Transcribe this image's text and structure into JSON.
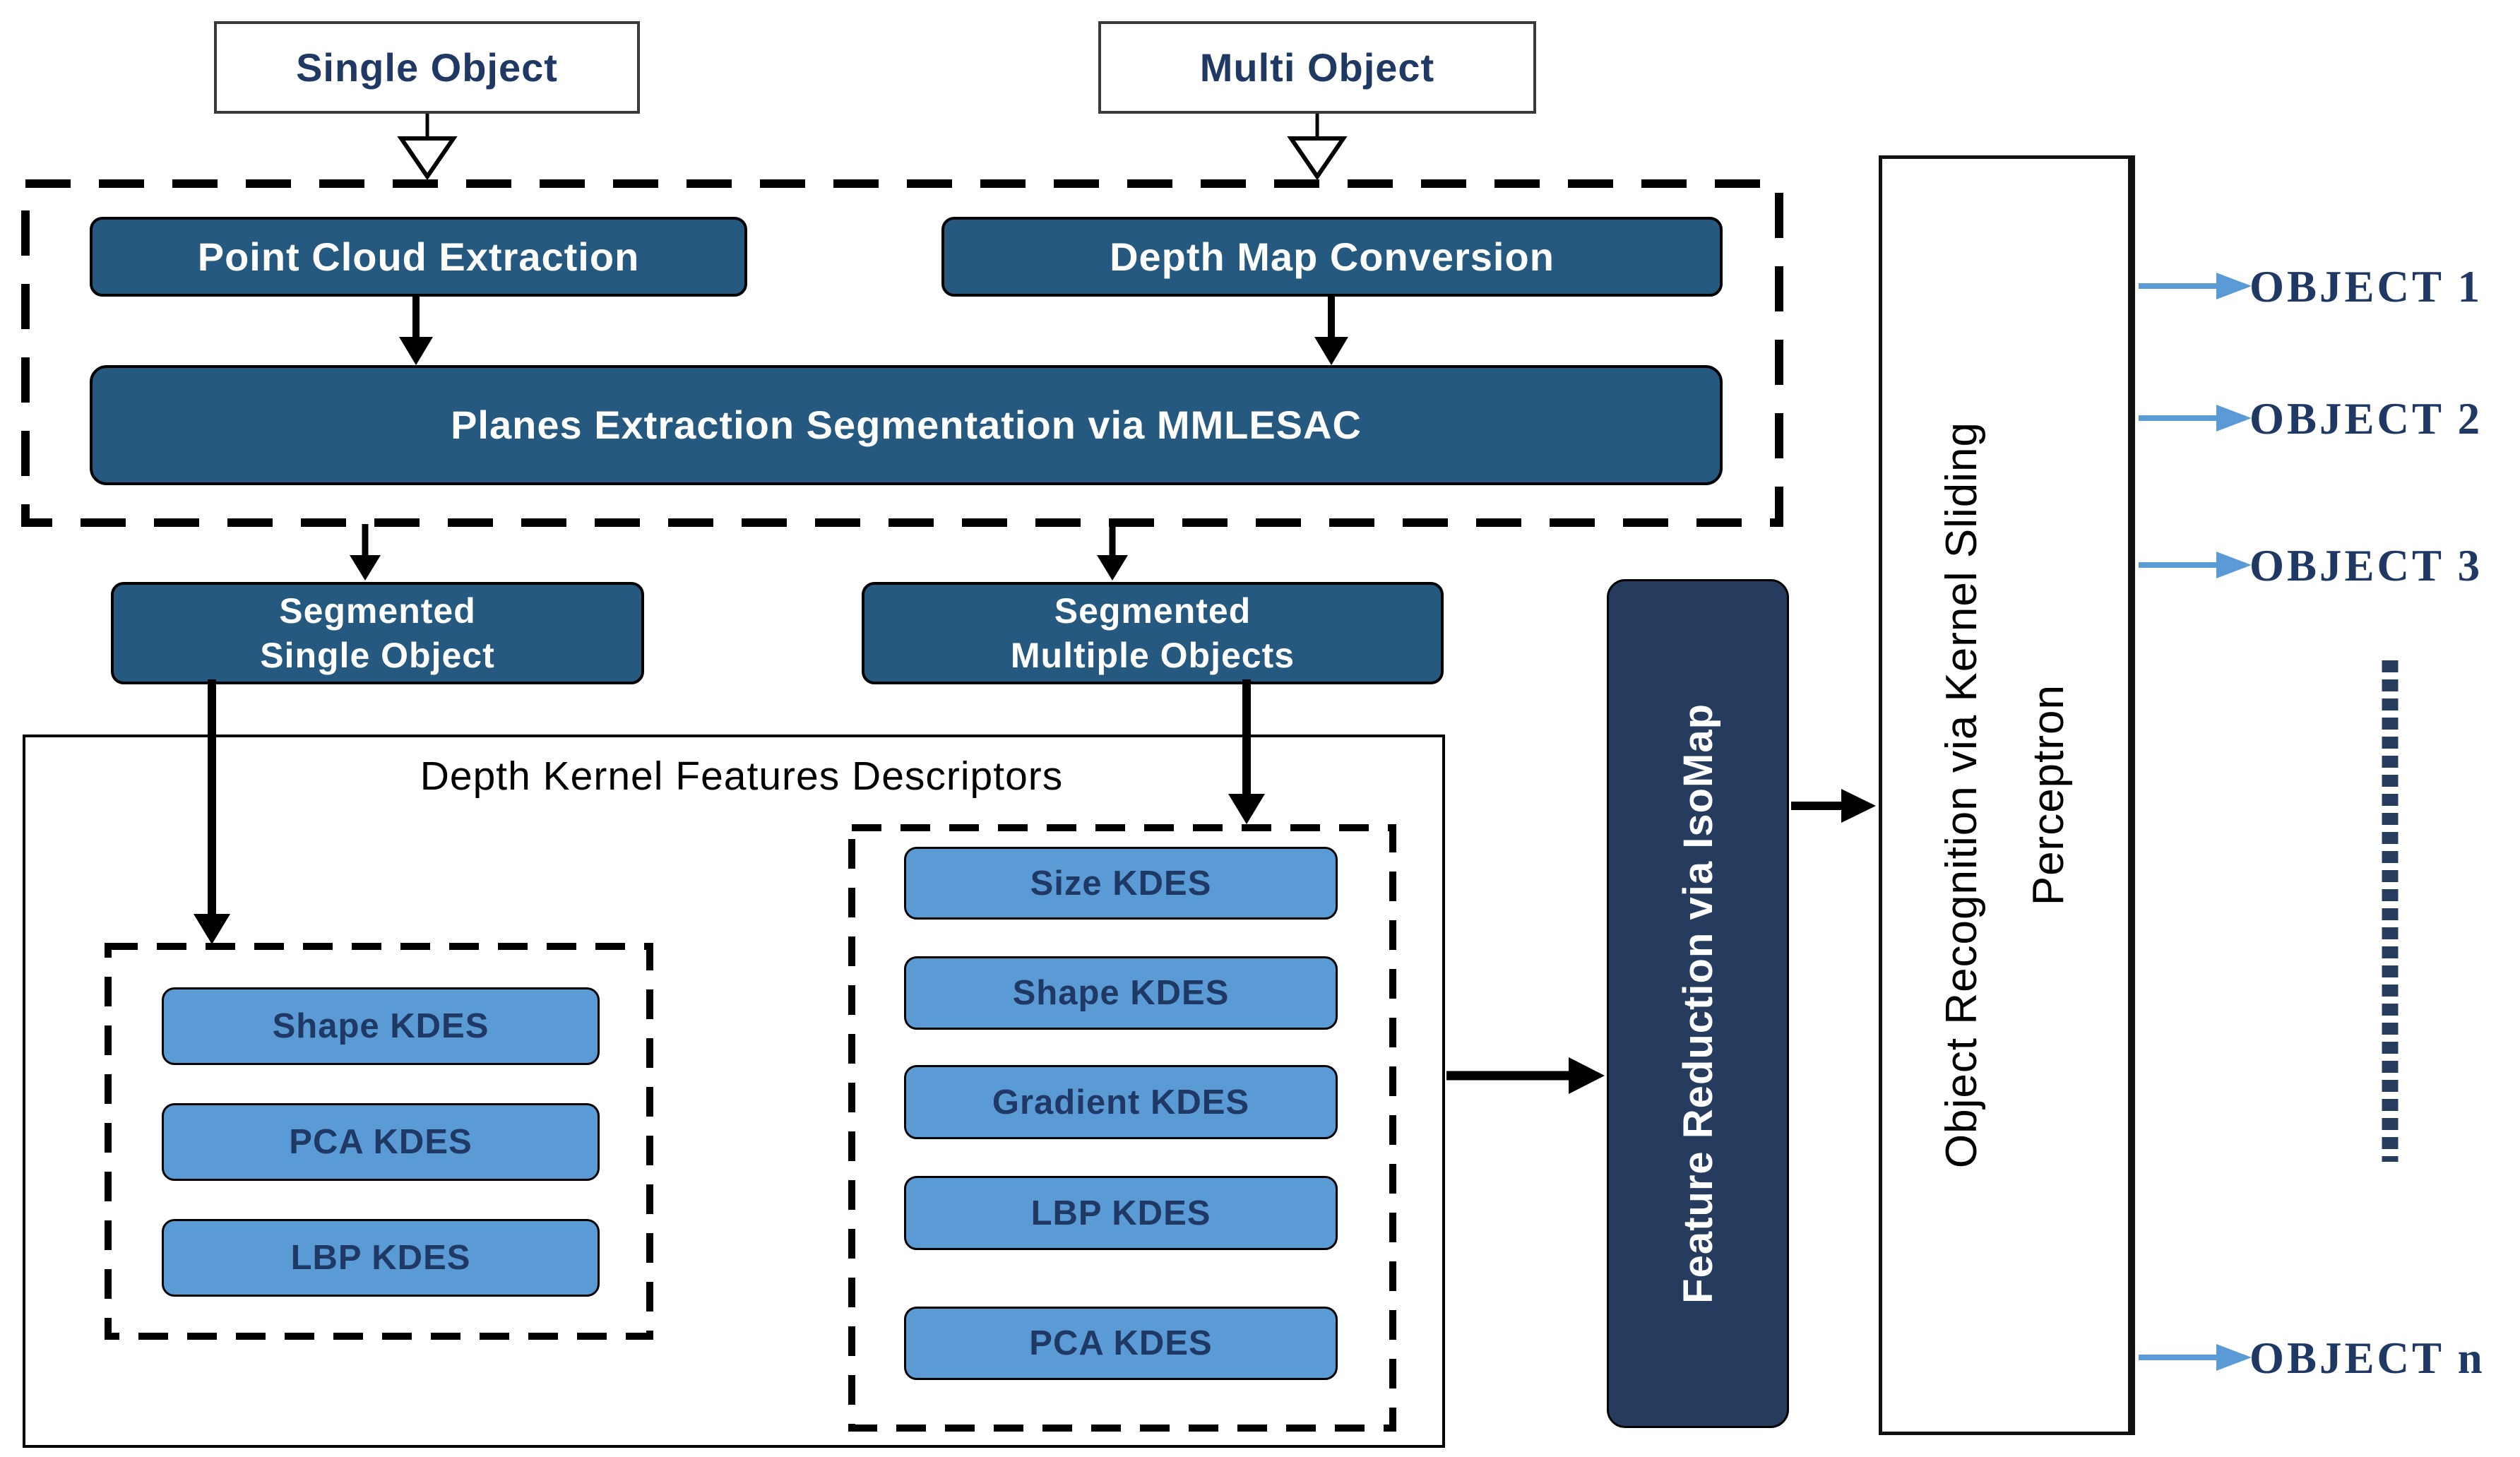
{
  "nodes": {
    "single_object": "Single Object",
    "multi_object": "Multi Object",
    "point_cloud": "Point Cloud Extraction",
    "depth_map": "Depth Map Conversion",
    "planes": "Planes Extraction Segmentation via MMLESAC",
    "segmented_single": {
      "line1": "Segmented",
      "line2": "Single Object"
    },
    "segmented_multiple": {
      "line1": "Segmented",
      "line2": "Multiple Objects"
    },
    "kdes_title": "Depth Kernel Features Descriptors",
    "left_kdes": [
      "Shape KDES",
      "PCA KDES",
      "LBP KDES"
    ],
    "right_kdes": [
      "Size KDES",
      "Shape KDES",
      "Gradient KDES",
      "LBP KDES",
      "PCA KDES"
    ],
    "feature_reduction": "Feature Reduction via IsoMap",
    "recognition": {
      "line1": "Object Recognition via Kernel Sliding",
      "line2": "Perceptron"
    },
    "outputs": [
      "OBJECT 1",
      "OBJECT 2",
      "OBJECT 3",
      "OBJECT n"
    ]
  },
  "colors": {
    "process_blue": "#25597f",
    "navy": "#263c5e",
    "light_blue": "#5b9bd5",
    "text_navy": "#1f3864",
    "arrow_blue": "#5b9bd5",
    "black": "#000000"
  }
}
